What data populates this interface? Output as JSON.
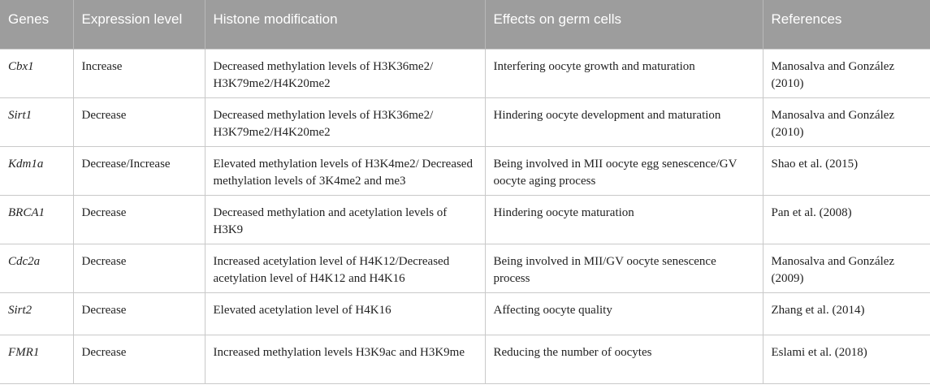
{
  "table": {
    "headers": [
      "Genes",
      "Expression level",
      "Histone modification",
      "Effects on germ cells",
      "References"
    ],
    "rows": [
      {
        "gene": "Cbx1",
        "expression": "Increase",
        "histone": "Decreased methylation levels of H3K36me2/ H3K79me2/H4K20me2",
        "effects": "Interfering oocyte growth and maturation",
        "reference": "Manosalva and González (2010)"
      },
      {
        "gene": "Sirt1",
        "expression": "Decrease",
        "histone": "Decreased methylation levels of H3K36me2/ H3K79me2/H4K20me2",
        "effects": "Hindering oocyte development and maturation",
        "reference": "Manosalva and González (2010)"
      },
      {
        "gene": "Kdm1a",
        "expression": "Decrease/Increase",
        "histone": "Elevated methylation levels of H3K4me2/ Decreased methylation levels of 3K4me2 and me3",
        "effects": "Being involved in MII oocyte egg senescence/GV oocyte aging process",
        "reference": "Shao et al. (2015)"
      },
      {
        "gene": "BRCA1",
        "expression": "Decrease",
        "histone": "Decreased methylation and acetylation levels of H3K9",
        "effects": "Hindering oocyte maturation",
        "reference": "Pan et al. (2008)"
      },
      {
        "gene": "Cdc2a",
        "expression": "Decrease",
        "histone": "Increased acetylation level of H4K12/Decreased acetylation level of H4K12 and H4K16",
        "effects": "Being involved in MII/GV oocyte senescence process",
        "reference": "Manosalva and González (2009)"
      },
      {
        "gene": "Sirt2",
        "expression": "Decrease",
        "histone": "Elevated acetylation level of H4K16",
        "effects": "Affecting oocyte quality",
        "reference": "Zhang et al. (2014)"
      },
      {
        "gene": "FMR1",
        "expression": "Decrease",
        "histone": "Increased methylation levels H3K9ac and H3K9me",
        "effects": "Reducing the number of oocytes",
        "reference": "Eslami et al. (2018)"
      }
    ]
  }
}
